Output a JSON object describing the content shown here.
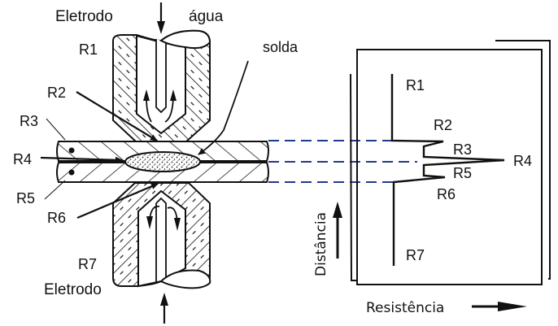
{
  "figure": {
    "title": "Resistências na soldagem por resistência a ponto",
    "colors": {
      "ink": "#111111",
      "dash": "#1f3a8a",
      "background": "#ffffff"
    }
  },
  "schematic": {
    "top_electrode_label": "Eletrodo",
    "water_label": "água",
    "weld_label": "solda",
    "bottom_electrode_label": "Eletrodo",
    "labels": {
      "r1": "R1",
      "r2": "R2",
      "r3": "R3",
      "r4": "R4",
      "r5": "R5",
      "r6": "R6",
      "r7": "R7"
    },
    "icons": {
      "force_top": "arrow-down-icon",
      "force_bottom": "arrow-up-icon",
      "water_flow": "flow-arrow-icon"
    }
  },
  "profile": {
    "labels": {
      "r1": "R1",
      "r2": "R2",
      "r3": "R3",
      "r4": "R4",
      "r5": "R5",
      "r6": "R6",
      "r7": "R7"
    },
    "y_axis_label": "Distância",
    "x_axis_label": "Resistência",
    "icons": {
      "y_arrow": "arrow-up-icon",
      "x_arrow": "arrow-right-icon"
    }
  }
}
